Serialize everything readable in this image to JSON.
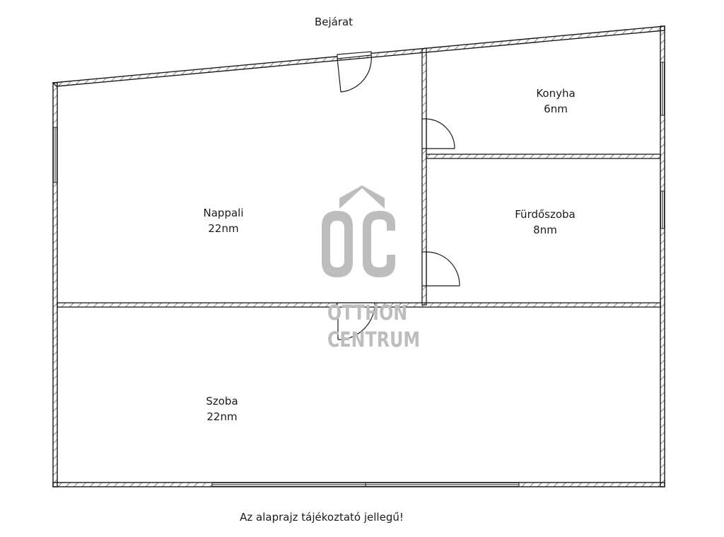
{
  "plan": {
    "entrance_label": "Bejárat",
    "footer_note": "Az alaprajz tájékoztató jellegű!",
    "rooms": [
      {
        "name": "Nappali",
        "area": "22nm"
      },
      {
        "name": "Konyha",
        "area": "6nm"
      },
      {
        "name": "Fürdőszoba",
        "area": "8nm"
      },
      {
        "name": "Szoba",
        "area": "22nm"
      }
    ]
  },
  "watermark": {
    "logo": "ÔC",
    "line1": "OTTHON",
    "line2": "CENTRUM",
    "color": "#bdbdbd"
  },
  "colors": {
    "wall_line": "#1a1a1a",
    "background": "#ffffff"
  }
}
